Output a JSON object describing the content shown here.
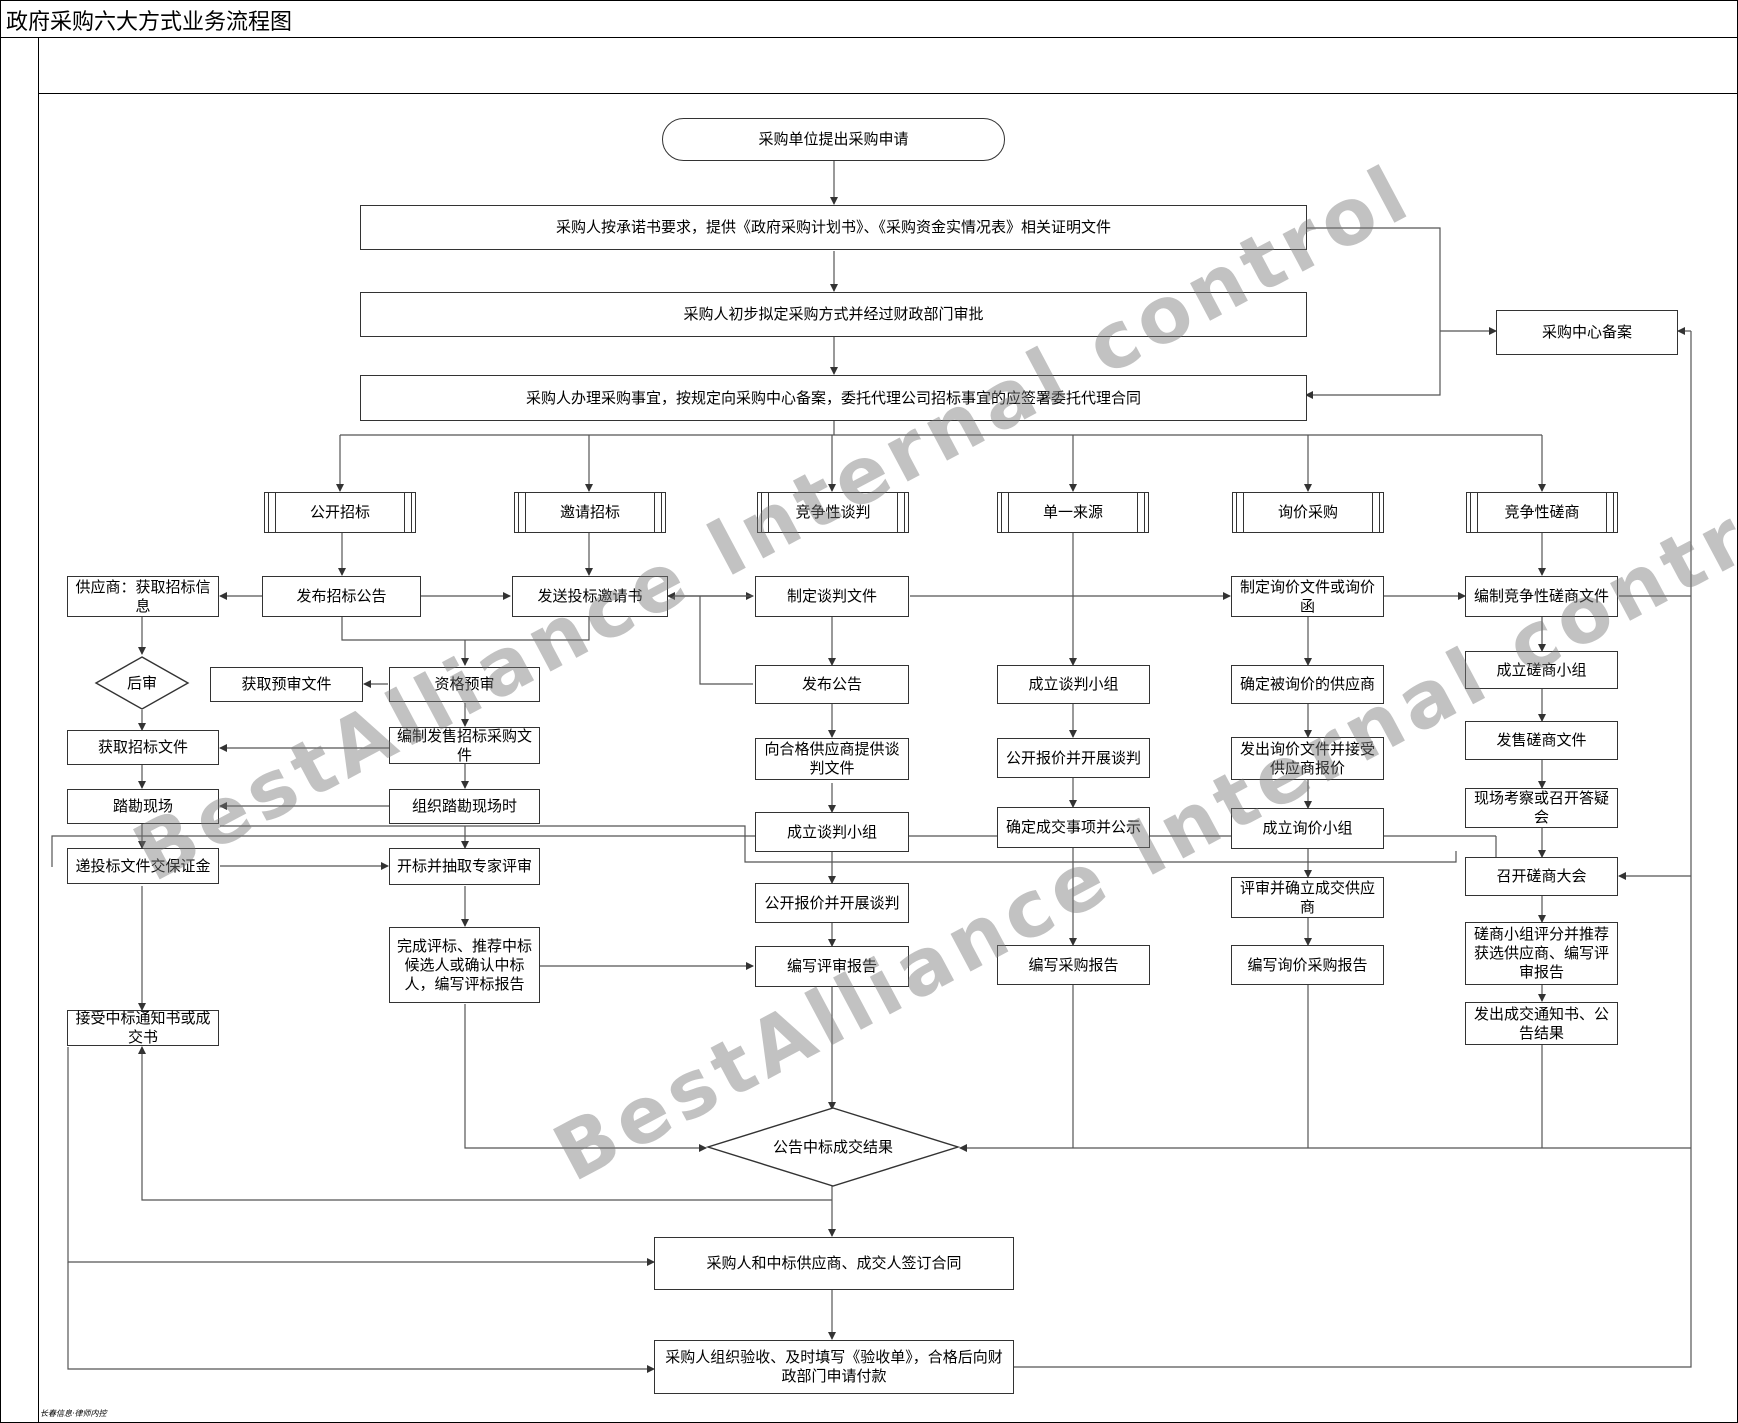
{
  "title": "政府采购六大方式业务流程图",
  "footer": "长春信息·律师内控",
  "watermarks": [
    "BestAlliance Internal control",
    "BestAlliance Internal control"
  ],
  "nodes": {
    "start": "采购单位提出采购申请",
    "step1": "采购人按承诺书要求，提供《政府采购计划书》、《采购资金实情况表》相关证明文件",
    "step2": "采购人初步拟定采购方式并经过财政部门审批",
    "step3": "采购人办理采购事宜，按规定向采购中心备案，委托代理公司招标事宜的应签署委托代理合同",
    "center_record": "采购中心备案",
    "m1": "公开招标",
    "m2": "邀请招标",
    "m3": "竞争性谈判",
    "m4": "单一来源",
    "m5": "询价采购",
    "m6": "竞争性磋商",
    "s_info": "供应商：获取招标信息",
    "s_post": "后审",
    "s_getdoc": "获取招标文件",
    "s_site": "踏勘现场",
    "s_bid": "递投标文件交保证金",
    "s_accept": "接受中标通知书或成交书",
    "o_notice": "发布招标公告",
    "o_invite": "发送投标邀请书",
    "o_getpre": "获取预审文件",
    "o_prequal": "资格预审",
    "o_compile": "编制发售招标采购文件",
    "o_organize": "组织踏勘现场时",
    "o_open": "开标并抽取专家评审",
    "o_finish": "完成评标、推荐中标候选人或确认中标人，编写评标报告",
    "n_doc": "制定谈判文件",
    "n_pub": "发布公告",
    "n_provide": "向合格供应商提供谈判文件",
    "n_group": "成立谈判小组",
    "n_open": "公开报价并开展谈判",
    "n_report": "编写评审报告",
    "u_group": "成立谈判小组",
    "u_open": "公开报价并开展谈判",
    "u_confirm": "确定成交事项并公示",
    "u_report": "编写采购报告",
    "q_doc": "制定询价文件或询价函",
    "q_supplier": "确定被询价的供应商",
    "q_send": "发出询价文件并接受供应商报价",
    "q_group": "成立询价小组",
    "q_review": "评审并确立成交供应商",
    "q_report": "编写询价采购报告",
    "c_doc": "编制竞争性磋商文件",
    "c_group": "成立磋商小组",
    "c_sell": "发售磋商文件",
    "c_site": "现场考察或召开答疑会",
    "c_meeting": "召开磋商大会",
    "c_score": "磋商小组评分并推荐获选供应商、编写评审报告",
    "c_notice": "发出成交通知书、公告结果",
    "result": "公告中标成交结果",
    "contract": "采购人和中标供应商、成交人签订合同",
    "accept": "采购人组织验收、及时填写《验收单》，合格后向财政部门申请付款"
  }
}
